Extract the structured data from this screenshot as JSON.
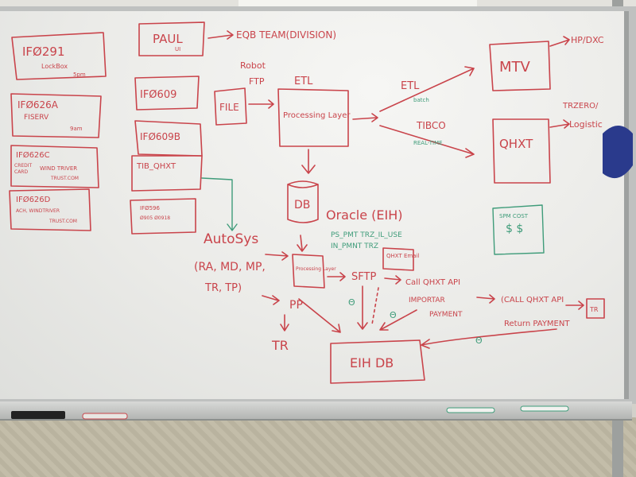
{
  "boxes_left": [
    {
      "id": "IF0291",
      "title": "IFØ291",
      "lines": [
        "LockBox",
        "5pm"
      ]
    },
    {
      "id": "IF0626A",
      "title": "IFØ626A",
      "lines": [
        "FISERV",
        "9am"
      ]
    },
    {
      "id": "IF0626C",
      "title": "IFØ626C",
      "lines": [
        "CREDIT",
        "CARD",
        "WIND TRIVER",
        "TRUST.COM"
      ]
    },
    {
      "id": "IF0626D",
      "title": "IFØ626D",
      "lines": [
        "ACH, WINDTRIVER",
        "TRUST.COM"
      ]
    }
  ],
  "boxes_mid": [
    {
      "id": "PAUL",
      "title": "PAUL",
      "sub": "UI"
    },
    {
      "id": "IF0609",
      "title": "IFØ609"
    },
    {
      "id": "IF0609B",
      "title": "IFØ609B"
    },
    {
      "id": "TIB_QHXT",
      "title": "TIB_QHXT"
    },
    {
      "id": "IF0596",
      "title": "IFØ596",
      "sub": "Ø905 Ø0918"
    }
  ],
  "top": {
    "team": "EQB TEAM(DIVISION)",
    "robot": "Robot",
    "ftp": "FTP",
    "etl": "ETL"
  },
  "file_box": "FILE",
  "processing_layer": "Processing Layer",
  "db": "DB",
  "oracle": "Oracle (EIH)",
  "etl_right": {
    "label": "ETL",
    "sub": "batch"
  },
  "tibco": {
    "label": "TIBCO",
    "sub": "REAL-TIME"
  },
  "mtv": "MTV",
  "hp_dxc": "HP/DXC",
  "qhxt": "QHXT",
  "tr_logistics": [
    "TRZERO/",
    "Logistic"
  ],
  "spm_cost": {
    "label": "SPM COST",
    "value": "$ $"
  },
  "green_notes": {
    "line1": "PS_PMT   TRZ_IL_USE",
    "line2": "IN_PMNT   TRZ"
  },
  "autosys": "AutoSys",
  "processing_small": "Processing Layer",
  "sftp": "SFTP",
  "qhxt_email": "QHXT Email",
  "call_qhxt_api": "Call QHXT API",
  "import_ar": [
    "IMPORTAR",
    "PAYMENT"
  ],
  "call_api": "(CALL QHXT API",
  "tr_small": "TR",
  "return_payment": "Return PAYMENT",
  "params": [
    "(RA, MD, MP,",
    "TR, TP)"
  ],
  "pp": "PP",
  "tr_bottom": "TR",
  "eih_db": "EIH DB",
  "circle_nums": [
    "Θ",
    "Θ",
    "Θ"
  ]
}
